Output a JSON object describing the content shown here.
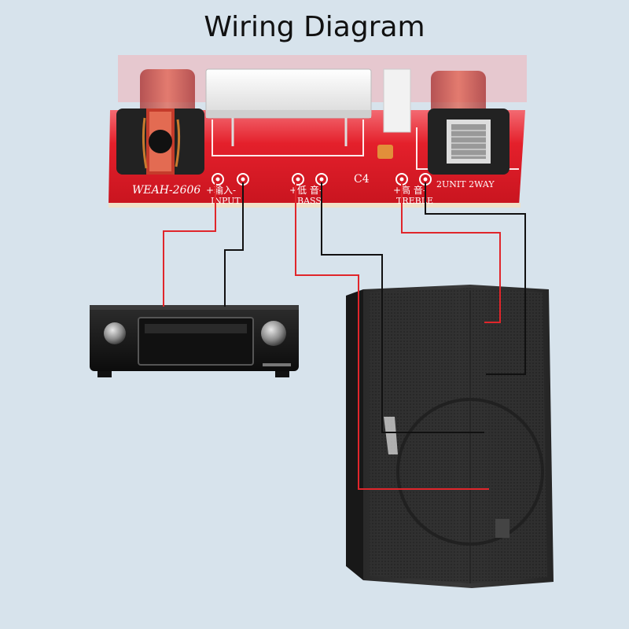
{
  "title": "Wiring Diagram",
  "board": {
    "model": "WEAH-2606",
    "component_label": "C4",
    "spec": "2UNIT 2WAY",
    "terminals": [
      {
        "cn": "+输入-",
        "en": "INPUT"
      },
      {
        "cn": "+低 音-",
        "en": "BASS"
      },
      {
        "cn": "+高 音-",
        "en": "TREBLE"
      }
    ]
  },
  "colors": {
    "background": "#d7e3ec",
    "pcb": "#e4202b",
    "positive_wire": "#e0262b",
    "negative_wire": "#111111",
    "cabinet": "#1a1a1a"
  }
}
